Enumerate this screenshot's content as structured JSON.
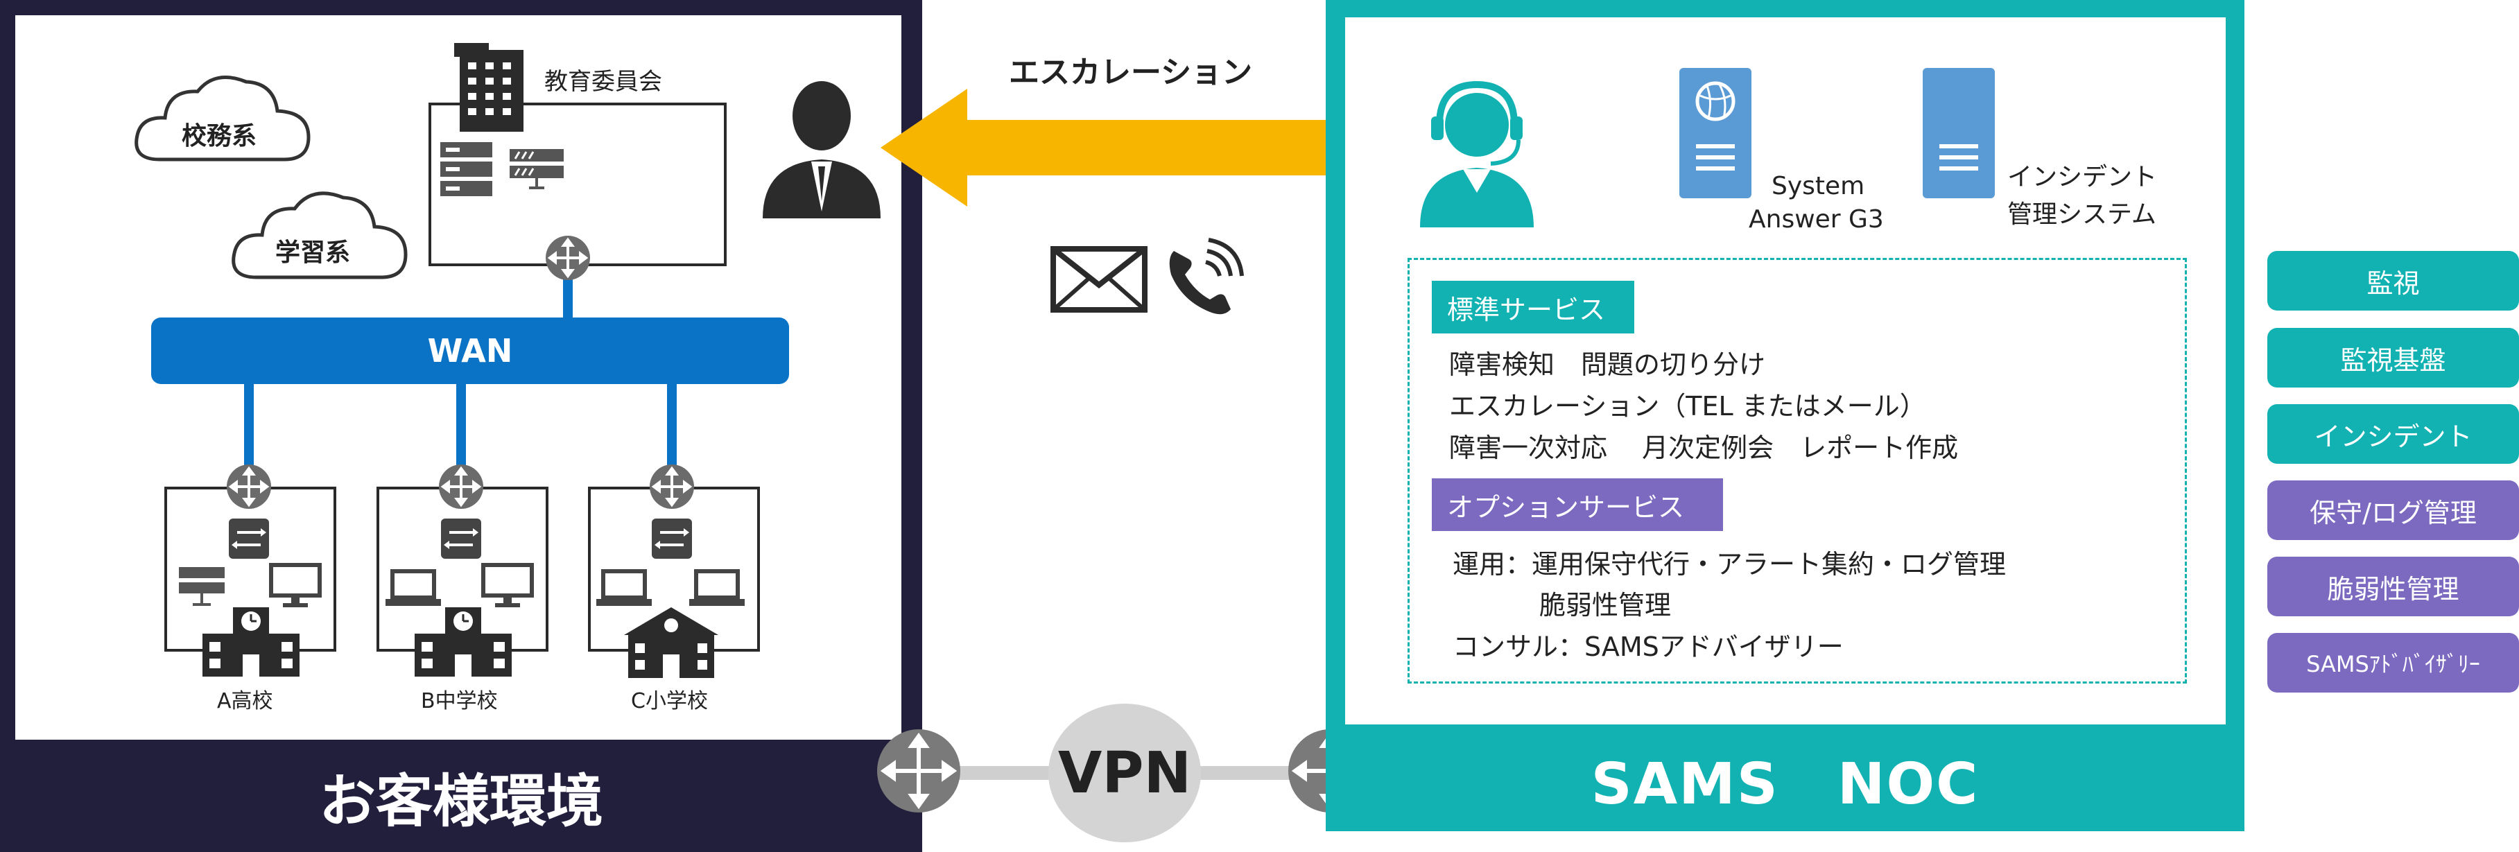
{
  "left_panel": {
    "title": "お客様環境",
    "board_label": "教育委員会",
    "cloud_1": "校務系",
    "cloud_2": "学習系",
    "wan_label": "WAN",
    "schools": [
      "A高校",
      "B中学校",
      "C小学校"
    ]
  },
  "middle": {
    "escalation_label": "エスカレーション",
    "vpn_label": "VPN"
  },
  "right_panel": {
    "title": "SAMS　NOC",
    "system_answer": [
      "System",
      "Answer G3"
    ],
    "incident_system": [
      "インシデント",
      "管理システム"
    ],
    "standard_tag": "標準サービス",
    "standard_lines": [
      "障害検知　問題の切り分け",
      "エスカレーション（TEL またはメール）",
      "障害一次対応　 月次定例会　レポート作成"
    ],
    "option_tag": "オプションサービス",
    "option_lines": [
      "運用：運用保守代行・アラート集約・ログ管理",
      "脆弱性管理",
      "コンサル：SAMSアドバイザリー"
    ]
  },
  "side_buttons": [
    "監視",
    "監視基盤",
    "インシデント",
    "保守/ログ管理",
    "脆弱性管理",
    "SAMSｱﾄﾞﾊﾞｲｻﾞﾘｰ"
  ],
  "colors": {
    "navy": "#221f3d",
    "teal": "#13b2b2",
    "purple": "#7b6ac0",
    "wan_blue": "#0b73c6",
    "arrow_yellow": "#f8b500",
    "server_blue": "#5b9bd5"
  }
}
